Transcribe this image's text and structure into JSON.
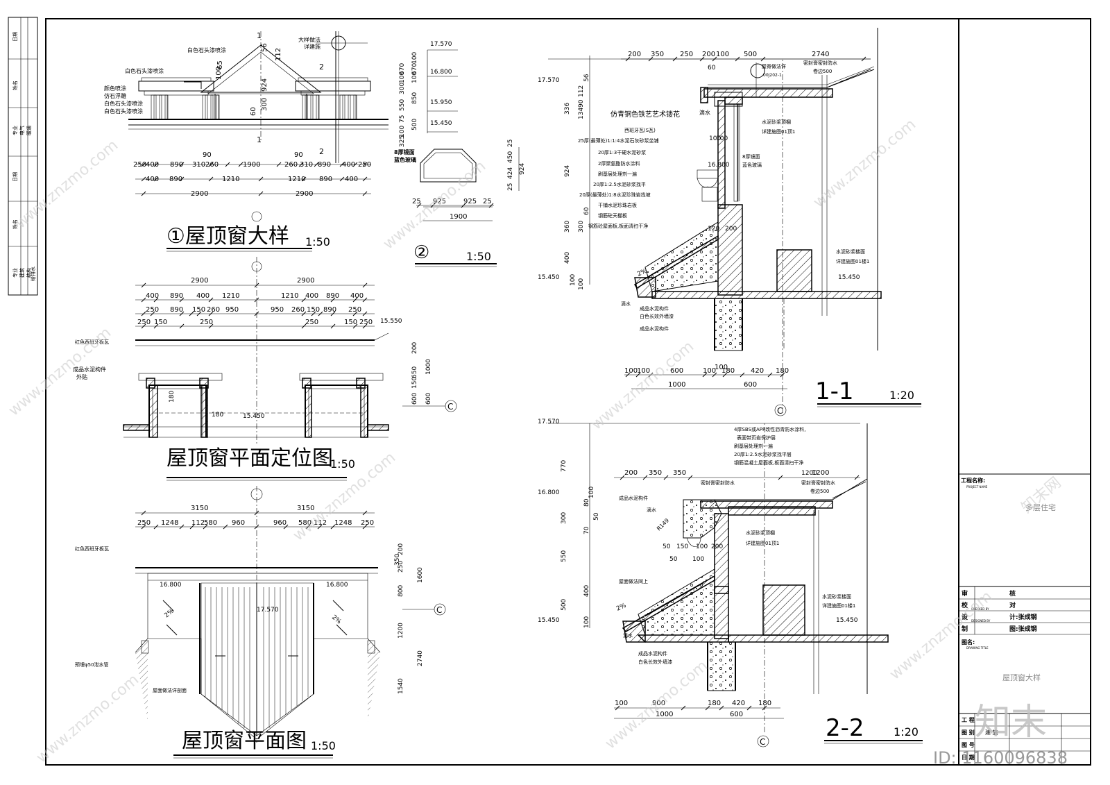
{
  "title_block": {
    "project_label": "工程名称:",
    "project_label_en": "PROJECT NAME",
    "project_name": "多层住宅",
    "review_label": "审",
    "review_label2": "核",
    "check_label": "校",
    "check_label2": "对",
    "check_en": "CHECKED BY",
    "design_label": "设",
    "design_label2": "计:张成钢",
    "design_en": "DESIGNED BY",
    "draw_label": "制",
    "draw_label2": "图:张成钢",
    "drawing_label": "图名:",
    "drawing_label_en": "DRAWING TITLE",
    "drawing_title": "屋顶窗大样",
    "proj_no": "工 程",
    "stage": "图 别",
    "stage_val": "建 施",
    "sheet_no": "图 号",
    "date": "日 期"
  },
  "left_strip": [
    "日期",
    "姓名",
    "专业",
    "电气",
    "暖通",
    "日期",
    "姓名",
    "专业",
    "建筑",
    "结构",
    "给排水"
  ],
  "views": {
    "v1_title": "①屋顶窗大样",
    "v1_scale": "1:50",
    "v2_mark": "②",
    "v2_scale": "1:50",
    "v3_title": "屋顶窗平面定位图",
    "v3_scale": "1:50",
    "v4_title": "屋顶窗平面图",
    "v4_scale": "1:50",
    "s11_title": "1-1",
    "s11_scale": "1:20",
    "s22_title": "2-2",
    "s22_scale": "1:20",
    "axis_c": "C"
  },
  "v1_notes": [
    "白色石头漆喷涂",
    "白色石头漆喷涂",
    "颜色喷涂",
    "仿石浮雕",
    "白色石头漆喷涂",
    "白色石头漆喷涂",
    "大样做法",
    "详建施",
    "1",
    "1",
    "2",
    "2"
  ],
  "v1_dims_top": [
    "250",
    "400",
    "890",
    "310",
    "260",
    "1900",
    "260",
    "310",
    "890",
    "400",
    "250",
    "90",
    "90"
  ],
  "v1_dims_mid": [
    "400",
    "890",
    "1210",
    "1210",
    "890",
    "400"
  ],
  "v1_dims_bot": [
    "2900",
    "2900"
  ],
  "v1_vert": [
    "924",
    "300",
    "60",
    "112",
    "56",
    "100",
    "65"
  ],
  "v2_elev": [
    "17.570",
    "16.800",
    "15.950",
    "15.450"
  ],
  "v2_dims": [
    "670",
    "100",
    "300",
    "550",
    "850",
    "75",
    "500",
    "100",
    "325",
    "100",
    "670",
    "100"
  ],
  "v2_glass": [
    "8厚镜面",
    "蓝色玻璃"
  ],
  "v2_bot": [
    "25",
    "925",
    "925",
    "25",
    "1900"
  ],
  "v2_right": [
    "25",
    "424",
    "450",
    "25",
    "924"
  ],
  "v3_dims_top": [
    "2900",
    "2900"
  ],
  "v3_dims_r1": [
    "400",
    "890",
    "400",
    "1210",
    "1210",
    "400",
    "890",
    "400"
  ],
  "v3_dims_r2": [
    "250",
    "890",
    "150",
    "260",
    "950",
    "950",
    "260",
    "150",
    "890",
    "250"
  ],
  "v3_dims_r3": [
    "250",
    "150",
    "250",
    "250",
    "150",
    "250"
  ],
  "v3_notes": [
    "红色西班牙板瓦",
    "成品水泥构件",
    "外贴",
    "15.550",
    "15.450",
    "180",
    "180"
  ],
  "v3_right": [
    "200",
    "650",
    "150",
    "600",
    "1000",
    "600"
  ],
  "v4_dims_top": [
    "3150",
    "3150"
  ],
  "v4_dims_r": [
    "250",
    "1248",
    "112",
    "580",
    "960",
    "960",
    "580",
    "112",
    "1248",
    "250"
  ],
  "v4_notes": [
    "红色西班牙板瓦",
    "预埋φ50泄水管",
    "屋面做法详剖面",
    "16.800",
    "16.800",
    "17.570",
    "2%",
    "2%"
  ],
  "v4_right": [
    "350",
    "200",
    "250",
    "800",
    "1600",
    "1200",
    "2740",
    "1540"
  ],
  "s11_top": [
    "200",
    "350",
    "250",
    "200",
    "100",
    "500",
    "2740"
  ],
  "s11_elev": [
    "17.570",
    "16.800",
    "15.450",
    "15.450"
  ],
  "s11_left_dims": [
    "56",
    "112",
    "90",
    "134",
    "336",
    "924",
    "60",
    "300",
    "360",
    "400",
    "100",
    "100"
  ],
  "s11_notes": [
    "仿青铜色铁艺艺术镂花",
    "西班牙瓦(S瓦)",
    "25厚(最薄处)1:1:4水泥石灰砂浆坐铺",
    "20厚1:3干硬水泥砂浆",
    "2厚聚氨酯防水涂料",
    "刷基层处理剂一遍",
    "20厚1:2.5水泥砂浆找平",
    "20厚(最薄处)1:8水泥珍珠岩找坡",
    "干铺水泥珍珠岩板",
    "钢筋砼天棚板",
    "钢筋砼屋面板,板面清扫干净",
    "屋脊做法详",
    "00J202-1",
    "密封膏密封防水",
    "卷边500",
    "滴水",
    "水泥砂浆顶棚",
    "详建施图01顶1",
    "8厚镜面",
    "蓝色玻璃",
    "水泥砂浆楼面",
    "详建施图01楼1",
    "滴水",
    "成品水泥构件",
    "白色长效外墙漆",
    "成品水泥构件",
    "2%",
    "60",
    "100",
    "100",
    "120",
    "200"
  ],
  "s11_bot": [
    "100",
    "100",
    "600",
    "100",
    "180",
    "420",
    "180",
    "1000",
    "600",
    "100"
  ],
  "s22_top": [
    "200",
    "350",
    "350",
    "1200"
  ],
  "s22_elev": [
    "17.570",
    "16.800",
    "15.450",
    "15.450"
  ],
  "s22_left_dims": [
    "770",
    "300",
    "550",
    "500",
    "80",
    "100",
    "50",
    "70",
    "400",
    "100"
  ],
  "s22_notes": [
    "4厚SBS或APP改性沥青防水涂料,",
    "表面带页岩保护层",
    "刷基层处理剂一遍",
    "20厚1:2.5水泥砂浆找平层",
    "钢筋混凝土屋面板,板面清扫干净",
    "密封膏密封防水",
    "密封膏密封防水",
    "卷边500",
    "成品水泥构件",
    "滴水",
    "水泥砂浆顶棚",
    "详建施图01顶1",
    "屋面做法同上",
    "水泥砂浆楼面",
    "详建施图01楼1",
    "滴水",
    "成品水泥构件",
    "白色长效外墙漆",
    "2%",
    "R149",
    "50",
    "150",
    "100",
    "200",
    "50",
    "100",
    "1200"
  ],
  "s22_bot": [
    "100",
    "900",
    "180",
    "420",
    "180",
    "1000",
    "600"
  ],
  "watermark": {
    "site": "www.znzmo.com",
    "brand": "知末网",
    "logo": "知末",
    "id": "ID: 1160096838"
  }
}
